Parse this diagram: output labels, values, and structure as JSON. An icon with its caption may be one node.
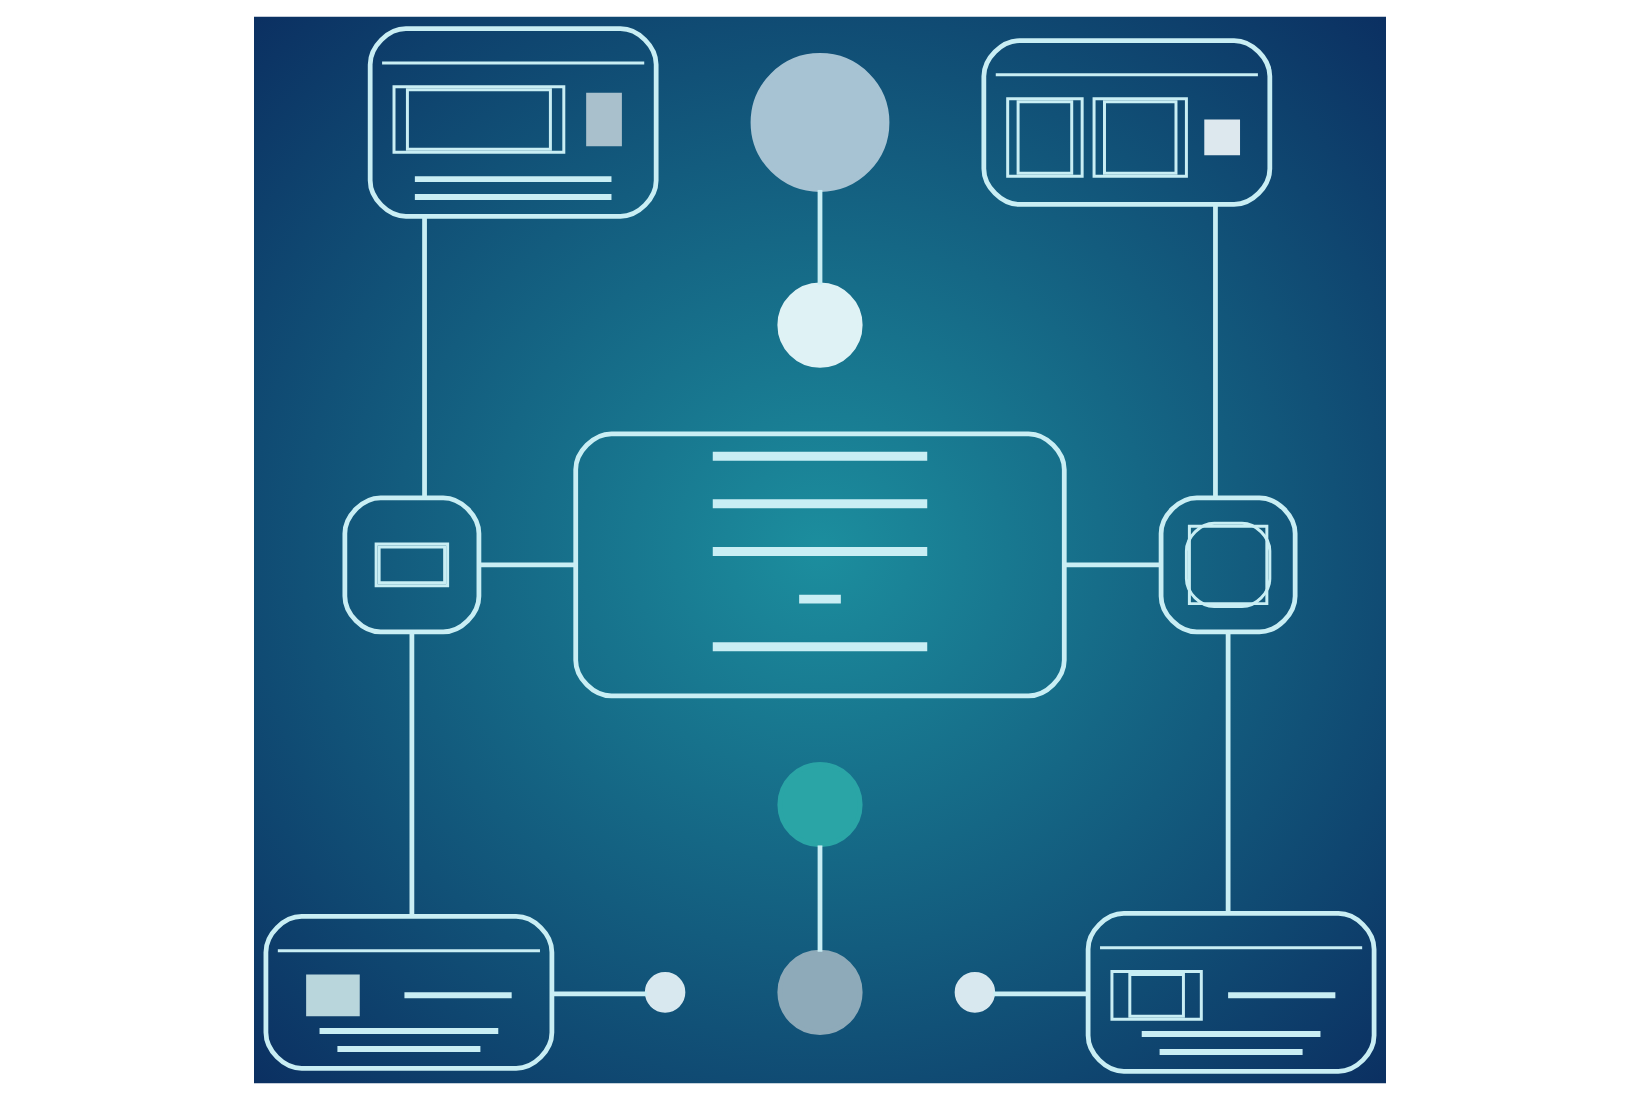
{
  "diagram": {
    "nodes": [
      {
        "text": [],
        "shape": "picture"
      },
      {
        "text": [],
        "shape": "circle"
      },
      {
        "text": [],
        "shape": "picture"
      },
      {
        "text": [],
        "shape": "circle"
      },
      {
        "text": [],
        "shape": "box"
      },
      {
        "text": [],
        "shape": "box"
      },
      {
        "text": [],
        "shape": "box"
      },
      {
        "text": [],
        "shape": "circle"
      },
      {
        "text": [],
        "shape": "picture"
      },
      {
        "text": [],
        "shape": "circle"
      },
      {
        "text": [],
        "shape": "circle"
      },
      {
        "text": [],
        "shape": "circle"
      },
      {
        "text": [],
        "shape": "picture"
      }
    ],
    "edges": [
      {
        "from": 0,
        "to": 4,
        "arrow": "none"
      },
      {
        "from": 1,
        "to": 3,
        "arrow": "none"
      },
      {
        "from": 2,
        "to": 6,
        "arrow": "none"
      },
      {
        "from": 4,
        "to": 5,
        "arrow": "none"
      },
      {
        "from": 5,
        "to": 6,
        "arrow": "none"
      },
      {
        "from": 4,
        "to": 8,
        "arrow": "none"
      },
      {
        "from": 6,
        "to": 12,
        "arrow": "none"
      },
      {
        "from": 7,
        "to": 10,
        "arrow": "none"
      },
      {
        "from": 8,
        "to": 9,
        "arrow": "none"
      },
      {
        "from": 11,
        "to": 12,
        "arrow": "none"
      }
    ]
  }
}
